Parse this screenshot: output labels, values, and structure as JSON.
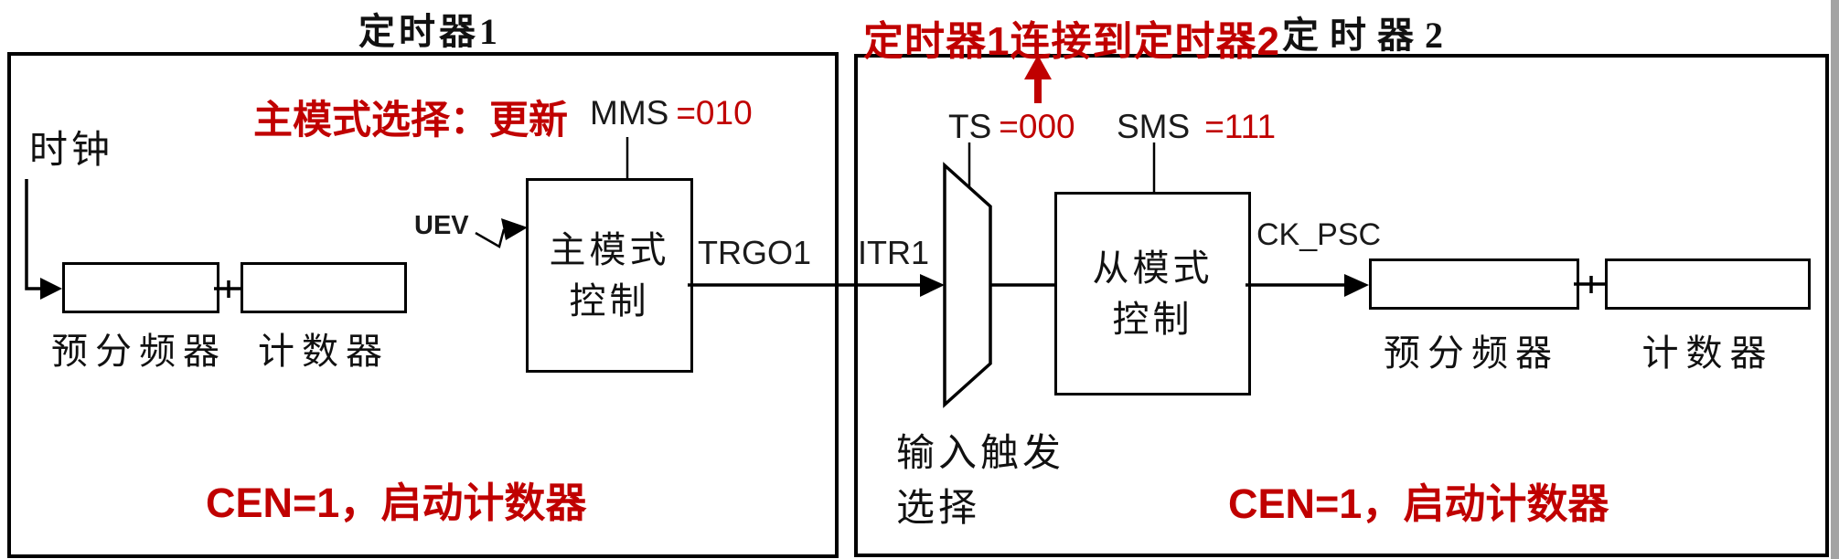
{
  "colors": {
    "annotation_red": "#c00000",
    "line_black": "#000000",
    "background": "#ffffff"
  },
  "timer1": {
    "title_text": "定时器",
    "title_number": "1",
    "clock_label": "时钟",
    "master_mode_note": "主模式选择：更新",
    "mms_label": "MMS",
    "mms_value": "=010",
    "uev_label": "UEV",
    "master_ctrl_line1": "主模式",
    "master_ctrl_line2": "控制",
    "prescaler_label": "预分频器",
    "counter_label": "计数器",
    "trgo_label": "TRGO1",
    "cen_note": "CEN=1，启动计数器"
  },
  "timer2": {
    "title_text": "定时器",
    "title_number": "2",
    "link_note": "定时器1连接到定时器2",
    "ts_label": "TS",
    "ts_value": "=000",
    "sms_label": "SMS",
    "sms_value": "=111",
    "itr_label": "ITR1",
    "slave_ctrl_line1": "从模式",
    "slave_ctrl_line2": "控制",
    "ck_psc_label": "CK_PSC",
    "trigger_select_line1": "输入触发",
    "trigger_select_line2": "选择",
    "prescaler_label": "预分频器",
    "counter_label": "计数器",
    "cen_note": "CEN=1，启动计数器"
  }
}
